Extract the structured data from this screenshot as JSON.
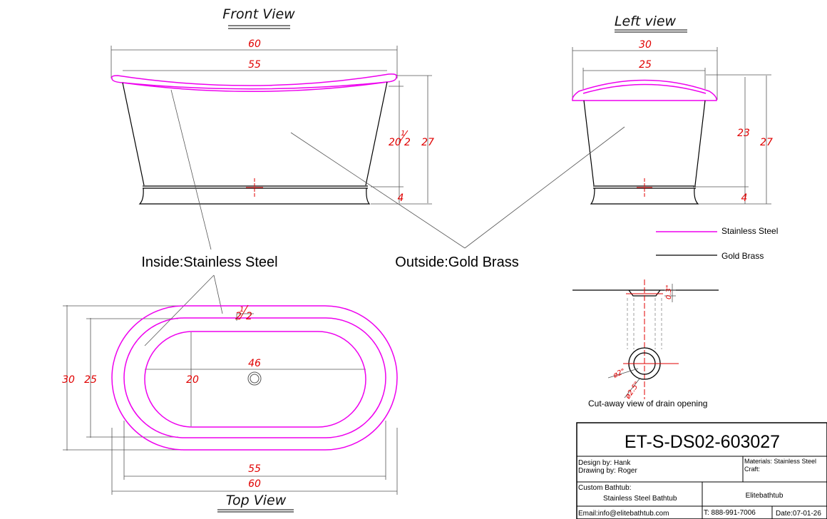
{
  "views": {
    "front": "Front View",
    "left": "Left view",
    "top": "Top View"
  },
  "front_dims": {
    "overall_length": "60",
    "inner_length": "55",
    "bowl_height": "20½",
    "fraction_num": "1",
    "fraction_den": "2",
    "fraction_whole": "20",
    "overall_height": "27",
    "base_height": "4"
  },
  "left_dims": {
    "overall_width": "30",
    "inner_width": "25",
    "bowl_height": "23",
    "overall_height": "27",
    "base_height": "4"
  },
  "top_dims": {
    "outer_width": "30",
    "inner_width": "25",
    "bottom_width": "20",
    "bottom_length": "46",
    "inner_length": "55",
    "outer_length": "60",
    "wall_num": "1",
    "wall_den": "2",
    "wall_whole": "2"
  },
  "labels": {
    "inside": "Inside:Stainless Steel",
    "outside": "Outside:Gold Brass"
  },
  "legend": [
    {
      "label": "Stainless Steel",
      "color": "#ee00ee"
    },
    {
      "label": "Gold Brass",
      "color": "#000000"
    }
  ],
  "drain": {
    "caption": "Cut-away view of drain opening",
    "depth": "0.3\"",
    "inner_diameter": "ø2\"",
    "outer_diameter": "ø2.5\""
  },
  "title_block": {
    "model": "ET-S-DS02-603027",
    "design_by": "Design by: Hank",
    "drawing_by": "Drawing by: Roger",
    "materials": "Materials: Stainless Steel",
    "craft": "Craft:",
    "custom": "Custom Bathtub:",
    "product": "Stainless Steel Bathtub",
    "brand": "Elitebathtub",
    "email": "Email:info@elitebathtub.com",
    "phone": "T: 888-991-7006",
    "date": "Date:07-01-26"
  }
}
